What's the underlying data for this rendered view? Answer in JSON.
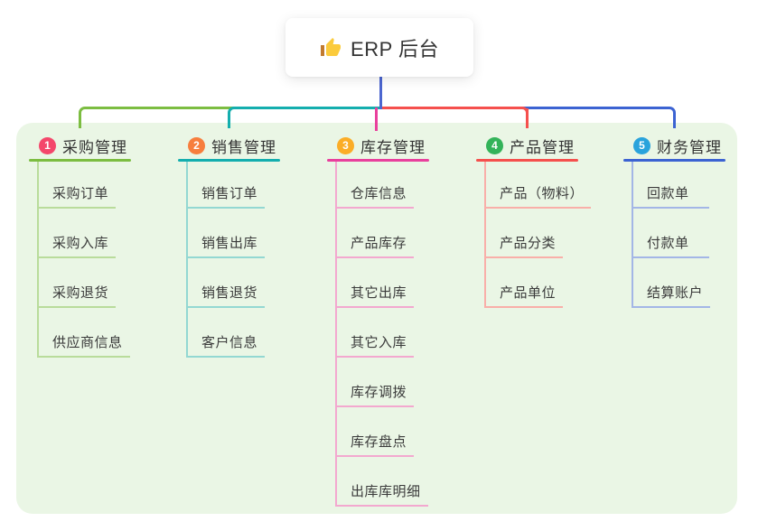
{
  "root": {
    "icon": "thumbs-up-icon",
    "label": "ERP 后台"
  },
  "colors": {
    "page_bg": "#ffffff",
    "panel_bg": "#eaf6e5",
    "card_bg": "#ffffff",
    "root_line": "#4c66d0",
    "title_text": "#333333",
    "child_text": "#3b3b3b",
    "thumb_hand": "#fbcb3c",
    "thumb_sleeve": "#c17a2f"
  },
  "branches": [
    {
      "badge": "1",
      "badge_color": "#f4476b",
      "line_color": "#7cbd41",
      "line_light": "#b9dc9b",
      "title": "采购管理",
      "children": [
        "采购订单",
        "采购入库",
        "采购退货",
        "供应商信息"
      ]
    },
    {
      "badge": "2",
      "badge_color": "#f77e3d",
      "line_color": "#14aeae",
      "line_light": "#93d8d2",
      "title": "销售管理",
      "children": [
        "销售订单",
        "销售出库",
        "销售退货",
        "客户信息"
      ]
    },
    {
      "badge": "3",
      "badge_color": "#fbad27",
      "line_color": "#e9409d",
      "line_light": "#f3a8cf",
      "title": "库存管理",
      "children": [
        "仓库信息",
        "产品库存",
        "其它出库",
        "其它入库",
        "库存调拨",
        "库存盘点",
        "出库库明细"
      ]
    },
    {
      "badge": "4",
      "badge_color": "#33b359",
      "line_color": "#f5504d",
      "line_light": "#f9afa9",
      "title": "产品管理",
      "children": [
        "产品（物料）",
        "产品分类",
        "产品单位"
      ]
    },
    {
      "badge": "5",
      "badge_color": "#29a3dc",
      "line_color": "#3c63d2",
      "line_light": "#a3b6e6",
      "title": "财务管理",
      "children": [
        "回款单",
        "付款单",
        "结算账户"
      ]
    }
  ]
}
